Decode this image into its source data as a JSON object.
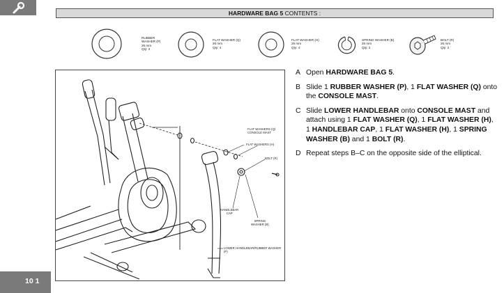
{
  "header": {
    "bag_label": "HARDWARE BAG 5",
    "contents_label": "CONTENTS"
  },
  "parts": [
    {
      "name": "RUBBER\nWASHER (P)\n26 mm\nQty: 2"
    },
    {
      "name": "FLAT WASHER (Q)\n26 mm\nQty: 4"
    },
    {
      "name": "FLAT WASHER (H)\n26 mm\nQty: 4"
    },
    {
      "name": "SPRING WASHER (B)\n26 mm\nQty: 2"
    },
    {
      "name": "BOLT (R)\n26 mm\nQty: 2"
    }
  ],
  "callouts": {
    "flat_washers_q_console_mast": "FLAT WASHERS (Q) CONSOLE MAST",
    "flat_washers_h": "FLAT WASHERS (H)",
    "bolt_r": "BOLT (R)",
    "handlebar_cap": "HANDLEBAR\nCAP",
    "spring_washer_b": "SPRING\nWASHER (B)",
    "lower_handlebar_rubber_washer": "LOWER HANDLEBAR/RUBBER WASHER (P)"
  },
  "steps": {
    "a": {
      "letter": "A",
      "t1": "Open ",
      "b1": "HARDWARE BAG 5",
      "t2": "."
    },
    "b": {
      "letter": "B",
      "t1": "Slide 1 ",
      "b1": "RUBBER WASHER (P)",
      "t2": ", 1 ",
      "b2": "FLAT WASHER (Q)",
      "t3": " onto the ",
      "b3": "CONSOLE MAST",
      "t4": "."
    },
    "c": {
      "letter": "C",
      "t1": "Slide ",
      "b1": "LOWER HANDLEBAR",
      "t2": " onto ",
      "b2": "CONSOLE MAST",
      "t3": " and attach using 1 ",
      "b3": "FLAT WASHER (Q)",
      "t4": ", 1 ",
      "b4": "FLAT WASHER (H)",
      "t5": ", 1 ",
      "b5": "HANDLEBAR CAP",
      "t6": ", 1 ",
      "b6": "FLAT WASHER (H)",
      "t7": ", 1 ",
      "b7": "SPRING WASHER (B)",
      "t8": " and 1 ",
      "b8": "BOLT (R)",
      "t9": "."
    },
    "d": {
      "letter": "D",
      "t1": "Repeat steps B–C on the opposite side of the elliptical."
    }
  },
  "footer": {
    "page_number": "10 1"
  },
  "icons": {
    "corner": "wrench-icon"
  },
  "colors": {
    "tab_gray": "#7a7a7a",
    "header_fill": "#d9d9d9"
  }
}
